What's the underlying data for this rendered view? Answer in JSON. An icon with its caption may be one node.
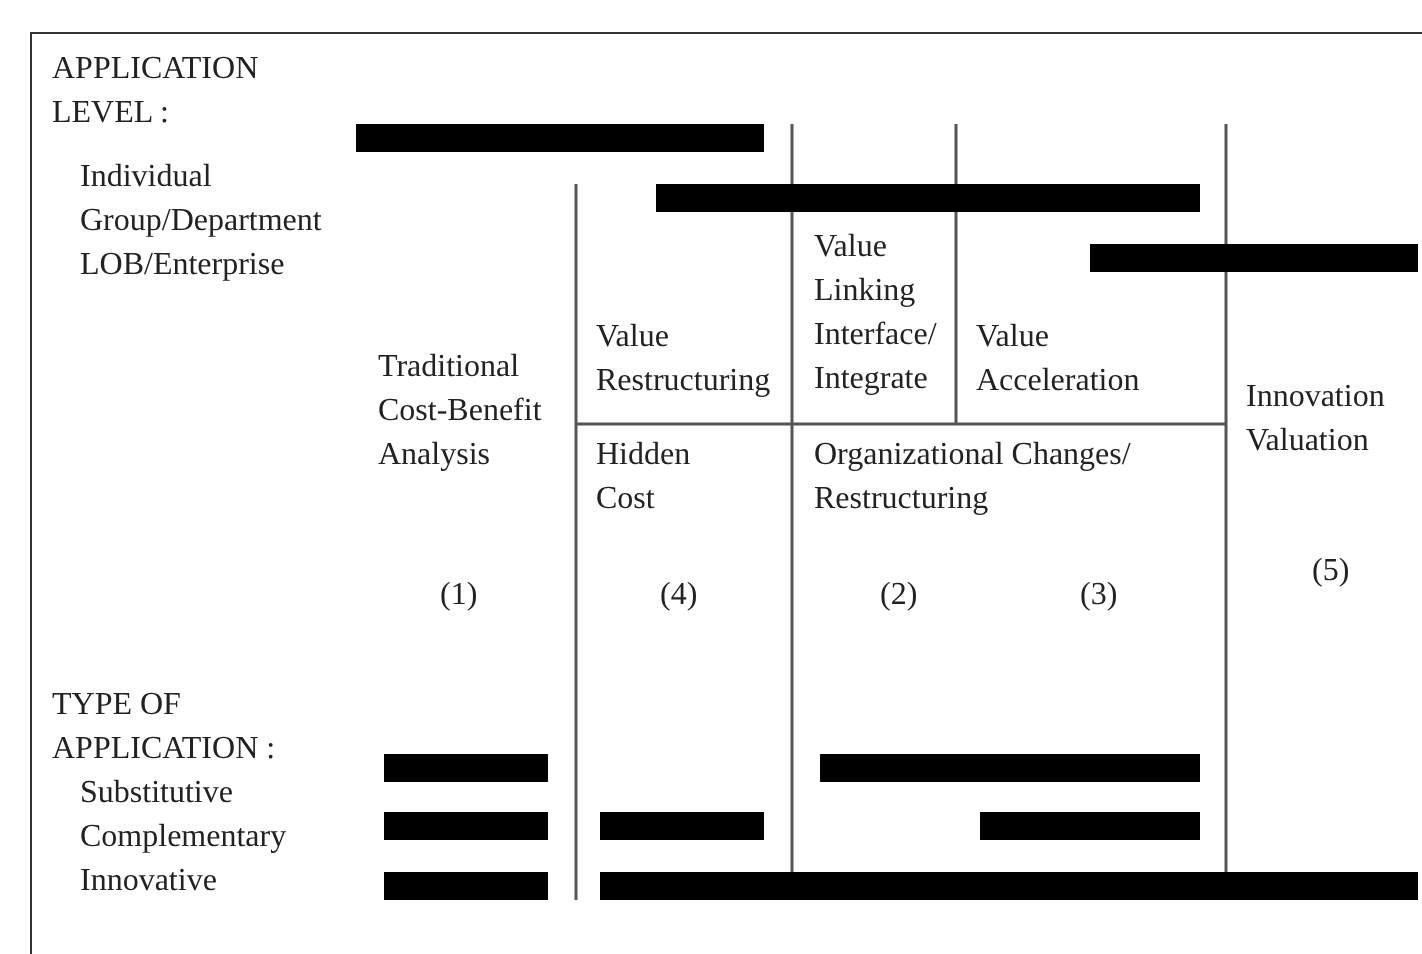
{
  "diagram": {
    "nodes": [
      {
        "text": [],
        "shape": "bar"
      },
      {
        "text": [],
        "shape": "bar"
      },
      {
        "text": [],
        "shape": "bar"
      },
      {
        "text": [],
        "shape": "bar"
      },
      {
        "text": [],
        "shape": "bar"
      },
      {
        "text": [],
        "shape": "bar"
      },
      {
        "text": [],
        "shape": "bar"
      },
      {
        "text": [],
        "shape": "bar"
      },
      {
        "text": [],
        "shape": "bar"
      },
      {
        "text": [],
        "shape": "bar"
      }
    ],
    "labels": [
      "APPLICATION LEVEL :",
      "Individual",
      "Group/Department",
      "LOB/Enterprise",
      "Value Linking Interface/ Integrate",
      "Value Restructuring",
      "Value Acceleration",
      "Traditional Cost-Benefit Analysis",
      "Innovation Valuation",
      "Hidden Cost",
      "Organizational Changes/ Restructuring",
      "(5)",
      "(1)",
      "(4)",
      "(2)",
      "(3)",
      "TYPE OF APPLICATION :",
      "Substitutive",
      "Complementary",
      "Innovative"
    ]
  }
}
